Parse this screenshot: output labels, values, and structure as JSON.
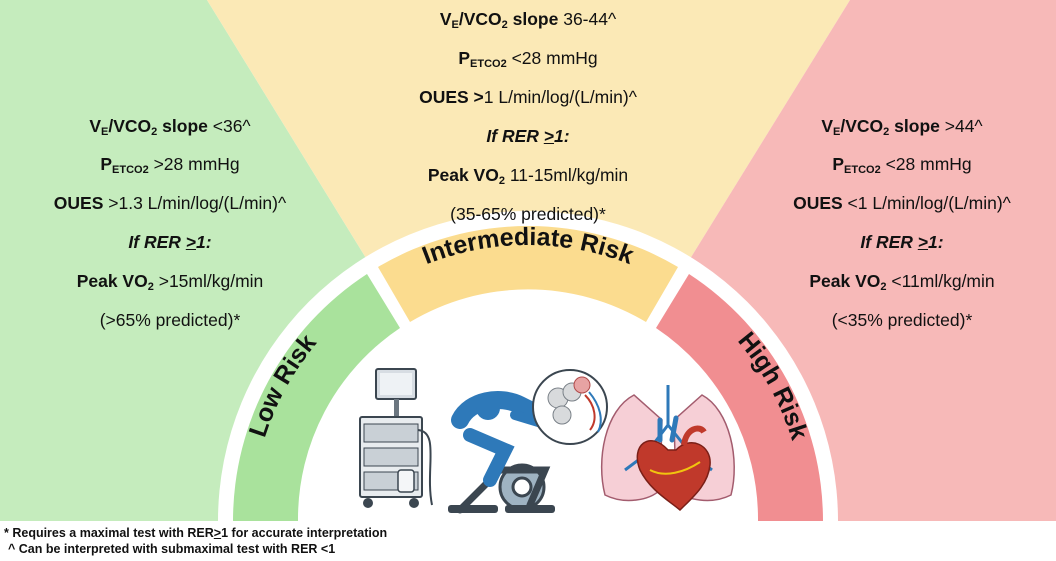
{
  "low": {
    "band_label": "Low Risk",
    "slope_prefix": "V",
    "slope_sub": "E",
    "slope_mid": "/VCO",
    "slope_sub2": "2",
    "slope_word": " slope",
    "slope_value": " <36^",
    "petco2_prefix": "P",
    "petco2_sub": "ETCO2",
    "petco2_value": " >28 mmHg",
    "oues_label": "OUES",
    "oues_value": " >1.3 L/min/log/(L/min)^",
    "if_prefix": "If RER ",
    "if_gte": ">",
    "if_suffix": "1:",
    "peak_label": "Peak VO",
    "peak_sub": "2",
    "peak_value": " >15ml/kg/min",
    "predicted": "(>65% predicted)*",
    "color": "#c5ecbd"
  },
  "intermediate": {
    "band_label": "Intermediate Risk",
    "slope_prefix": "V",
    "slope_sub": "E",
    "slope_mid": "/VCO",
    "slope_sub2": "2",
    "slope_word": " slope",
    "slope_value": " 36-44^",
    "petco2_prefix": "P",
    "petco2_sub": "ETCO2",
    "petco2_value": " <28 mmHg",
    "oues_label": "OUES >",
    "oues_value": "1 L/min/log/(L/min)^",
    "if_prefix": "If RER ",
    "if_gte": ">",
    "if_suffix": "1:",
    "peak_label": "Peak VO",
    "peak_sub": "2",
    "peak_value": " 11-15ml/kg/min",
    "predicted": "(35-65% predicted)*",
    "color": "#fbe9b6"
  },
  "high": {
    "band_label": "High Risk",
    "slope_prefix": "V",
    "slope_sub": "E",
    "slope_mid": "/VCO",
    "slope_sub2": "2",
    "slope_word": " slope",
    "slope_value": " >44^",
    "petco2_prefix": "P",
    "petco2_sub": "ETCO2",
    "petco2_value": " <28 mmHg",
    "oues_label": "OUES",
    "oues_value": " <1 L/min/log/(L/min)^",
    "if_prefix": "If RER ",
    "if_gte": ">",
    "if_suffix": "1:",
    "peak_label": "Peak VO",
    "peak_sub": "2",
    "peak_value": " <11ml/kg/min",
    "predicted": "(<35% predicted)*",
    "color": "#f7b9b8"
  },
  "illustration": {
    "icons": [
      "cpet-cart-icon",
      "exercise-bike-cyclist-icon",
      "alveoli-icon",
      "lungs-icon",
      "heart-icon"
    ]
  },
  "footnotes": {
    "line1_prefix": "* Requires a maximal test with RER",
    "line1_gte": ">",
    "line1_suffix": "1 for accurate interpretation",
    "line2": "^ Can be interpreted with submaximal test with RER <1"
  }
}
